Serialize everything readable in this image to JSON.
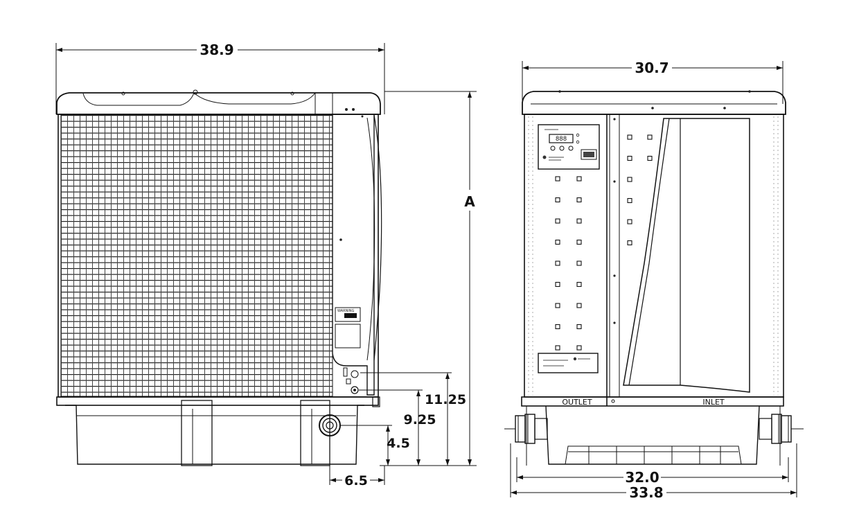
{
  "dimensions": {
    "side_width": "38.9",
    "height": "A",
    "front_width": "30.7",
    "height_11_25": "11.25",
    "height_9_25": "9.25",
    "height_4_5": "4.5",
    "offset_6_5": "6.5",
    "base_32_0": "32.0",
    "overall_33_8": "33.8"
  },
  "ports": {
    "outlet": "OUTLET",
    "inlet": "INLET"
  },
  "panel": {
    "display_readout": "888"
  }
}
